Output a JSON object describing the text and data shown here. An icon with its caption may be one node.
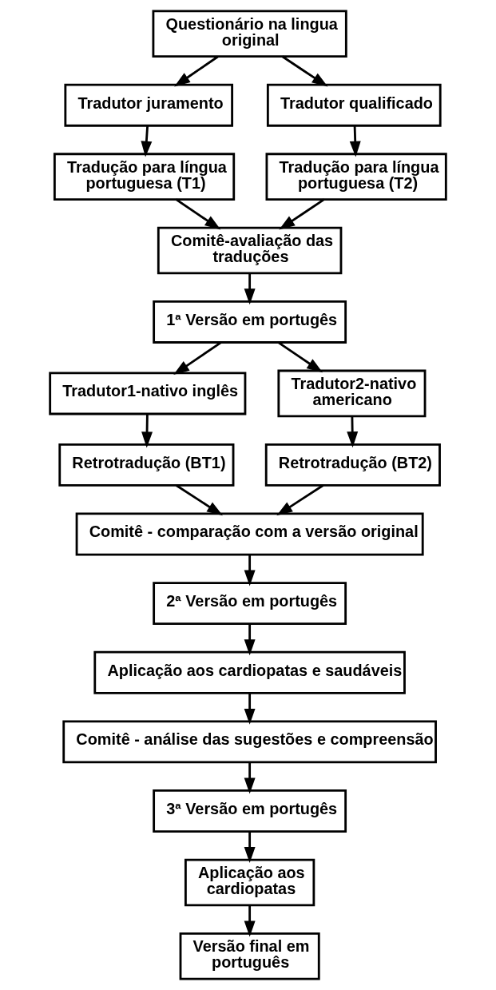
{
  "diagram": {
    "nodes": [
      {
        "text": [
          "Questionário na lingua original"
        ]
      },
      {
        "text": [
          "Tradutor juramento"
        ]
      },
      {
        "text": [
          "Tradutor qualificado"
        ]
      },
      {
        "text": [
          "Tradução para língua portuguesa (T1)"
        ]
      },
      {
        "text": [
          "Tradução para língua portuguesa (T2)"
        ]
      },
      {
        "text": [
          "Comitê-avaliação das traduções"
        ]
      },
      {
        "text": [
          "1ª Versão em portugês"
        ]
      },
      {
        "text": [
          "Tradutor1-nativo inglês"
        ]
      },
      {
        "text": [
          "Tradutor2-nativo americano"
        ]
      },
      {
        "text": [
          "Retrotradução (BT1)"
        ]
      },
      {
        "text": [
          "Retrotradução (BT2)"
        ]
      },
      {
        "text": [
          "Comitê - comparação com a versão original"
        ]
      },
      {
        "text": [
          "2ª Versão em portugês"
        ]
      },
      {
        "text": [
          "Aplicação aos cardiopatas e saudáveis"
        ]
      },
      {
        "text": [
          "Comitê - análise das sugestões e compreensão"
        ]
      },
      {
        "text": [
          "3ª Versão em portugês"
        ]
      },
      {
        "text": [
          "Aplicação aos cardiopatas"
        ]
      },
      {
        "text": [
          "Versão final em português"
        ]
      }
    ],
    "edges": [
      {
        "from": 0,
        "to": 1,
        "arrow": "to"
      },
      {
        "from": 0,
        "to": 2,
        "arrow": "to"
      },
      {
        "from": 1,
        "to": 3,
        "arrow": "to"
      },
      {
        "from": 2,
        "to": 4,
        "arrow": "to"
      },
      {
        "from": 3,
        "to": 5,
        "arrow": "to"
      },
      {
        "from": 4,
        "to": 5,
        "arrow": "to"
      },
      {
        "from": 5,
        "to": 6,
        "arrow": "to"
      },
      {
        "from": 6,
        "to": 7,
        "arrow": "to"
      },
      {
        "from": 6,
        "to": 8,
        "arrow": "to"
      },
      {
        "from": 7,
        "to": 9,
        "arrow": "to"
      },
      {
        "from": 8,
        "to": 10,
        "arrow": "to"
      },
      {
        "from": 9,
        "to": 11,
        "arrow": "to"
      },
      {
        "from": 10,
        "to": 11,
        "arrow": "to"
      },
      {
        "from": 11,
        "to": 12,
        "arrow": "to"
      },
      {
        "from": 12,
        "to": 13,
        "arrow": "to"
      },
      {
        "from": 13,
        "to": 14,
        "arrow": "to"
      },
      {
        "from": 14,
        "to": 15,
        "arrow": "to"
      },
      {
        "from": 15,
        "to": 16,
        "arrow": "to"
      },
      {
        "from": 16,
        "to": 17,
        "arrow": "to"
      }
    ]
  }
}
